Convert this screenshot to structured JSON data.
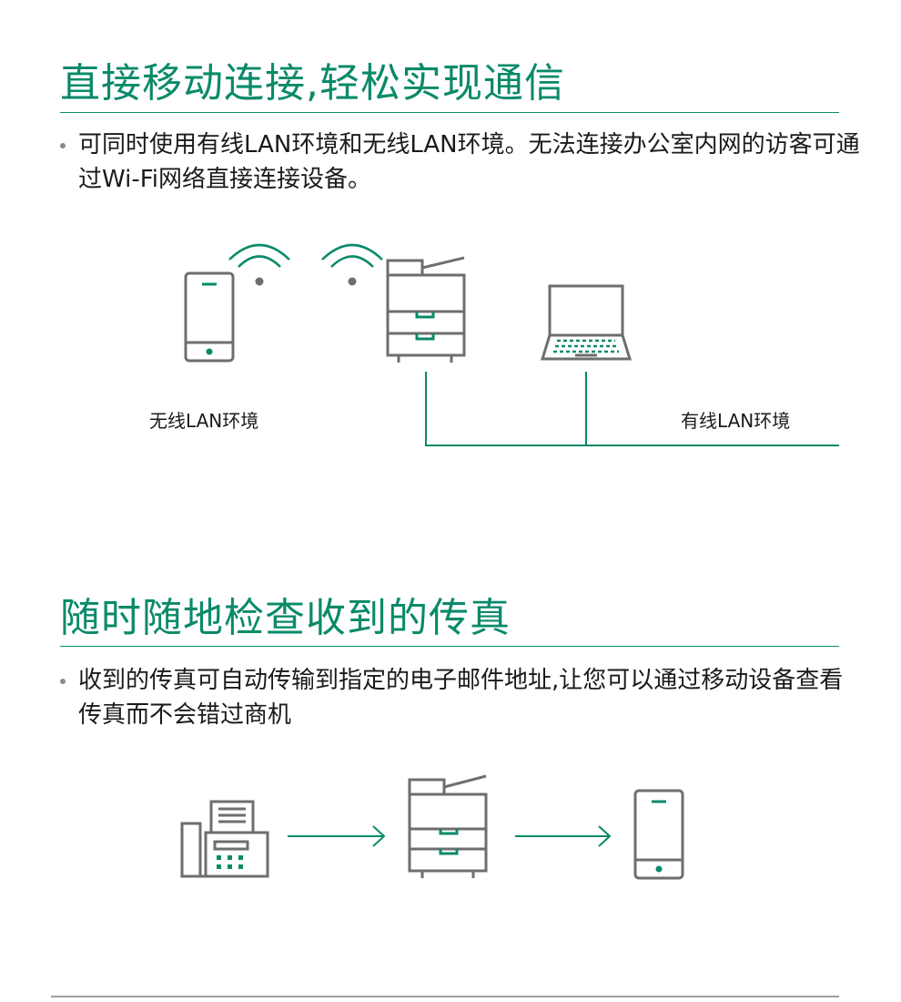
{
  "section1": {
    "title": "直接移动连接,轻松实现通信",
    "bullet": "可同时使用有线LAN环境和无线LAN环境。无法连接办公室内网的访客可通过Wi-Fi网络直接连接设备。",
    "label_wireless": "无线LAN环境",
    "label_wired": "有线LAN环境"
  },
  "section2": {
    "title": "随时随地检查收到的传真",
    "bullet": "收到的传真可自动传输到指定的电子邮件地址,让您可以通过移动设备查看传真而不会错过商机"
  },
  "colors": {
    "accent": "#0a8a6a",
    "icon_stroke": "#6e6e6e",
    "divider": "#9e9e9e"
  },
  "icons": [
    "smartphone-icon",
    "wifi-icon",
    "multifunction-printer-icon",
    "laptop-icon",
    "fax-machine-icon",
    "arrow-right-icon"
  ]
}
